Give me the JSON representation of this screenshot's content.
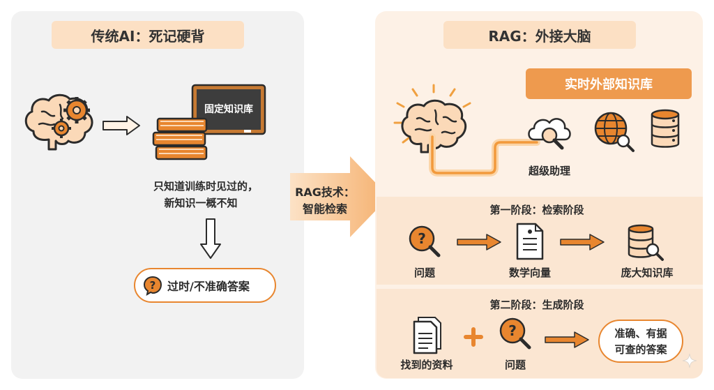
{
  "left": {
    "title": "传统AI：死记硬背",
    "board_label": "固定知识库",
    "desc_line1": "只知道训练时见过的，",
    "desc_line2": "新知识一概不知",
    "result": "过时/不准确答案"
  },
  "middle": {
    "line1": "RAG技术：",
    "line2": "智能检索"
  },
  "right": {
    "title": "RAG：外接大脑",
    "kb_label": "实时外部知识库",
    "assistant_label": "超级助理",
    "stage1": {
      "title": "第一阶段：检索阶段",
      "items": [
        "问题",
        "数学向量",
        "庞大知识库"
      ]
    },
    "stage2": {
      "title": "第二阶段：生成阶段",
      "items": [
        "找到的资料",
        "问题"
      ],
      "result_line1": "准确、有据",
      "result_line2": "可查的答案"
    }
  },
  "colors": {
    "accent": "#e8862f",
    "accent_light": "#fce0c4",
    "dark": "#2b2b2b",
    "board": "#3d3d3d"
  }
}
